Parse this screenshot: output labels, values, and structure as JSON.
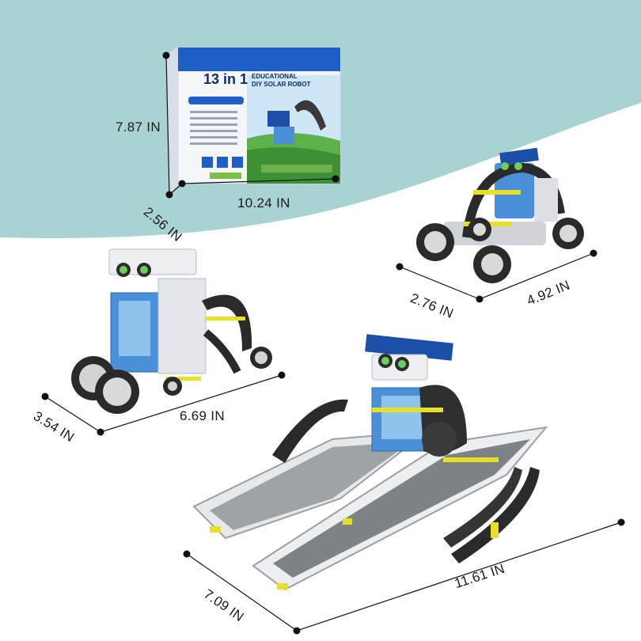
{
  "product_box": {
    "big_title": "13 in 1",
    "subtitle_lines": [
      "EDUCATIONAL",
      "DIY SOLAR ROBOT"
    ]
  },
  "dimensions": {
    "box_height": "7.87 IN",
    "box_depth": "2.56 IN",
    "box_width": "10.24 IN",
    "car_depth": "2.76 IN",
    "car_width": "4.92 IN",
    "walker_depth": "3.54 IN",
    "walker_width": "6.69 IN",
    "boat_depth": "7.09 IN",
    "boat_width": "11.61 IN"
  },
  "colors": {
    "background_top": "#a9d3d3",
    "background": "#ffffff",
    "box_blue": "#1d5fc4",
    "solar_panel": "#1b4fa8",
    "robot_blue": "#4a90d9",
    "yellow": "#e6e02a",
    "dark": "#222222"
  }
}
